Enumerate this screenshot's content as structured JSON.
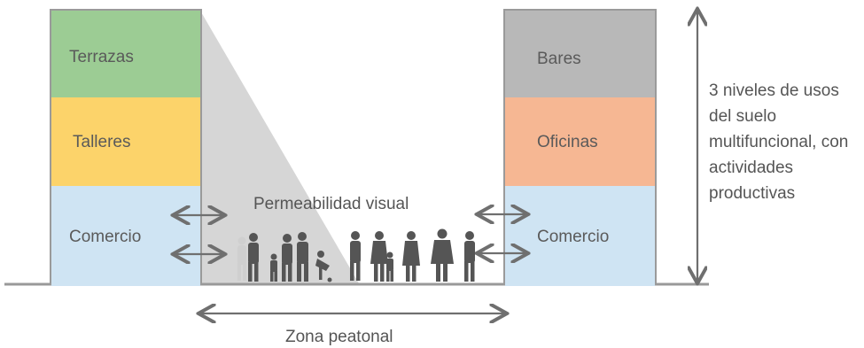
{
  "left_building": {
    "floors": [
      {
        "label": "Terrazas",
        "color": "#9ccc94"
      },
      {
        "label": "Talleres",
        "color": "#fcd36a"
      },
      {
        "label": "Comercio",
        "color": "#cfe4f3"
      }
    ]
  },
  "right_building": {
    "floors": [
      {
        "label": "Bares",
        "color": "#b8b8b8"
      },
      {
        "label": "Oficinas",
        "color": "#f6b793"
      },
      {
        "label": "Comercio",
        "color": "#cfe4f3"
      }
    ]
  },
  "labels": {
    "permeability": "Permeabilidad visual",
    "zone": "Zona peatonal",
    "side_note": "3 niveles de usos del suelo multifuncional, con actividades productivas"
  },
  "colors": {
    "ground": "#999999",
    "arrow": "#6f6f6f",
    "people": "#555555",
    "cone": "#d9d9d9"
  }
}
